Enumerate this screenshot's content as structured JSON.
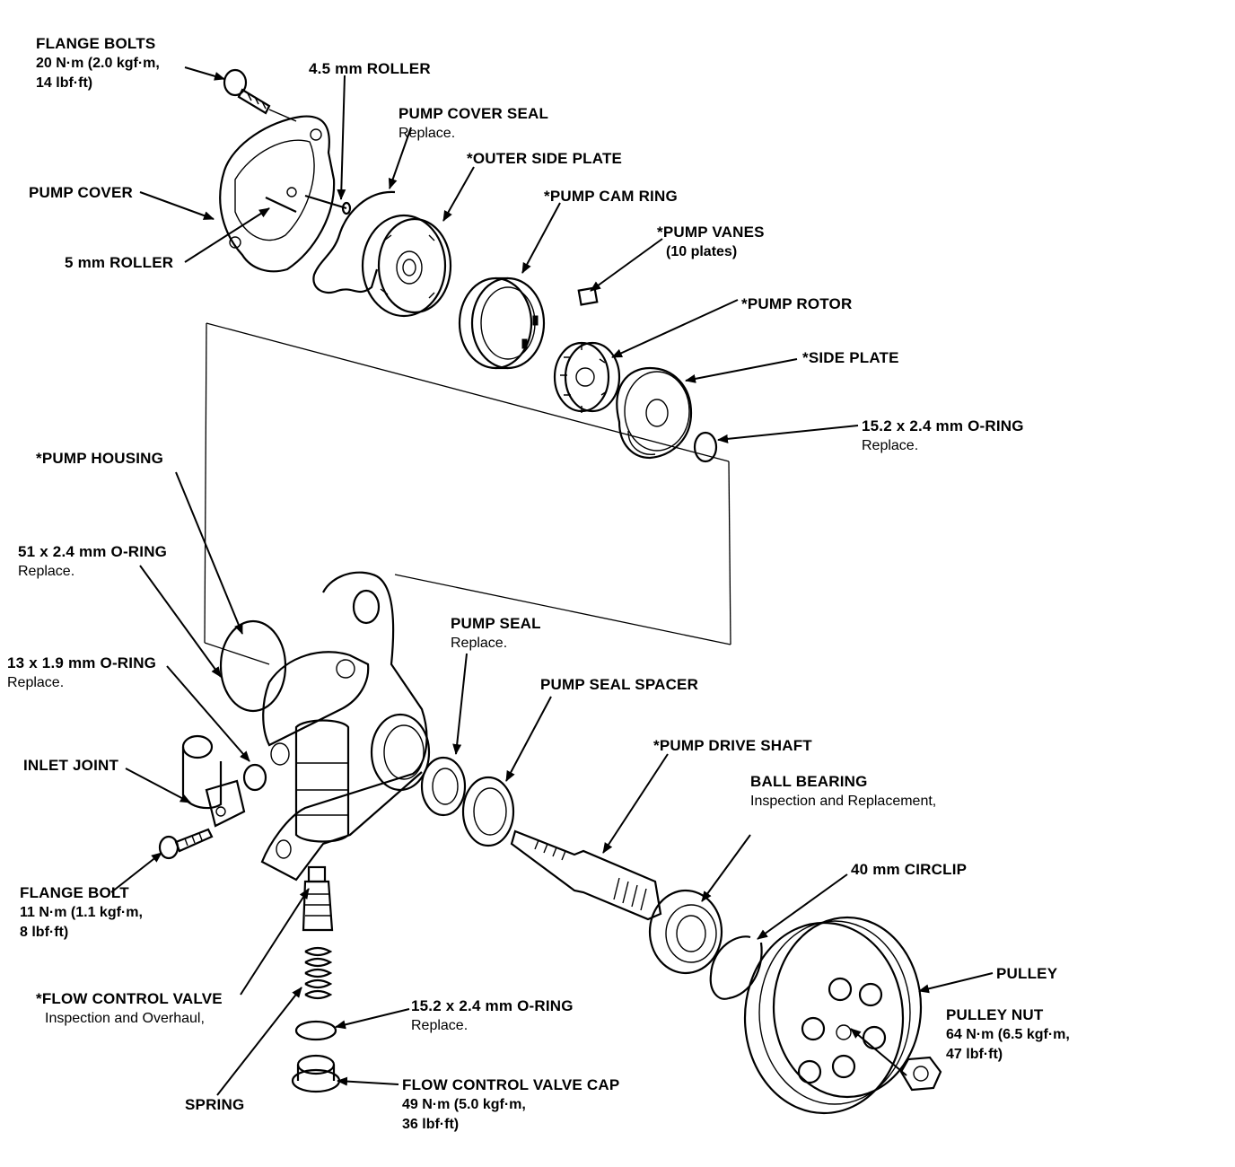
{
  "labels": {
    "flange_bolts": {
      "title": "FLANGE BOLTS",
      "spec1": "20 N·m (2.0 kgf·m,",
      "spec2": "14 lbf·ft)"
    },
    "roller_45": {
      "title": "4.5 mm ROLLER"
    },
    "pump_cover_seal": {
      "title": "PUMP COVER SEAL",
      "note": "Replace."
    },
    "outer_side_plate": {
      "title": "*OUTER SIDE PLATE"
    },
    "pump_cover": {
      "title": "PUMP COVER"
    },
    "pump_cam_ring": {
      "title": "*PUMP CAM RING"
    },
    "pump_vanes": {
      "title": "*PUMP VANES",
      "note": "(10 plates)"
    },
    "roller_5": {
      "title": "5 mm ROLLER"
    },
    "pump_rotor": {
      "title": "*PUMP ROTOR"
    },
    "side_plate": {
      "title": "*SIDE PLATE"
    },
    "o_ring_152_top": {
      "title": "15.2 x 2.4 mm O-RING",
      "note": "Replace."
    },
    "pump_housing": {
      "title": "*PUMP HOUSING"
    },
    "o_ring_51": {
      "title": "51 x 2.4 mm O-RING",
      "note": "Replace."
    },
    "pump_seal": {
      "title": "PUMP SEAL",
      "note": "Replace."
    },
    "o_ring_13": {
      "title": "13 x 1.9 mm O-RING",
      "note": "Replace."
    },
    "pump_seal_spacer": {
      "title": "PUMP SEAL SPACER"
    },
    "pump_drive_shaft": {
      "title": "*PUMP DRIVE SHAFT"
    },
    "inlet_joint": {
      "title": "INLET JOINT"
    },
    "ball_bearing": {
      "title": "BALL BEARING",
      "note": "Inspection and Replacement,"
    },
    "circlip_40": {
      "title": "40 mm CIRCLIP"
    },
    "flange_bolt": {
      "title": "FLANGE BOLT",
      "spec1": "11 N·m (1.1 kgf·m,",
      "spec2": "8 lbf·ft)"
    },
    "pulley": {
      "title": "PULLEY"
    },
    "flow_control_valve": {
      "title": "*FLOW CONTROL VALVE",
      "note": "Inspection and Overhaul,"
    },
    "o_ring_152_bottom": {
      "title": "15.2 x 2.4 mm O-RING",
      "note": "Replace."
    },
    "pulley_nut": {
      "title": "PULLEY NUT",
      "spec1": "64 N·m (6.5 kgf·m,",
      "spec2": "47 lbf·ft)"
    },
    "spring": {
      "title": "SPRING"
    },
    "flow_control_valve_cap": {
      "title": "FLOW CONTROL VALVE CAP",
      "spec1": "49 N·m (5.0 kgf·m,",
      "spec2": "36 lbf·ft)"
    }
  }
}
